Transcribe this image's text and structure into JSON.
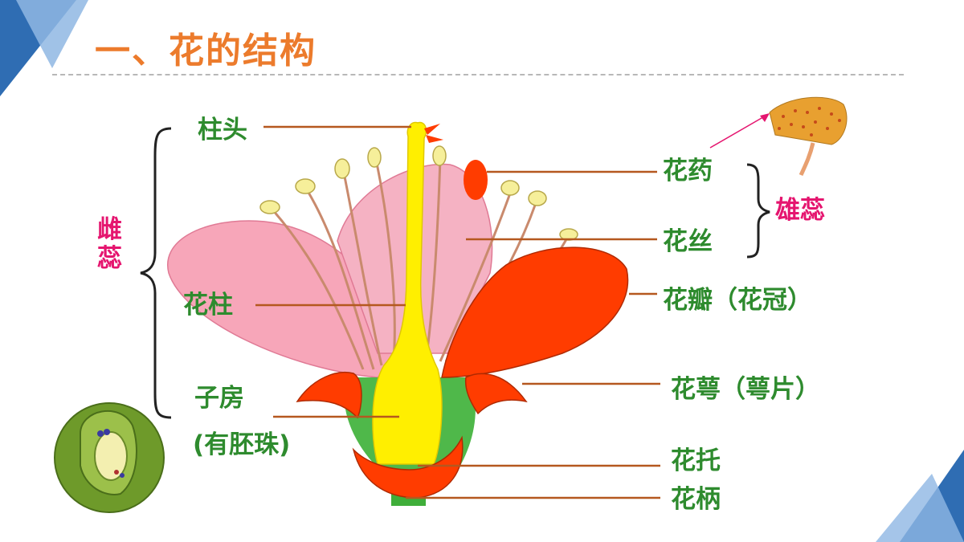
{
  "slide": {
    "title": "一、花的结构"
  },
  "labels": {
    "stigma": "柱头",
    "anther": "花药",
    "filament": "花丝",
    "stamen": "雄蕊",
    "pistil_line1": "雌",
    "pistil_line2": "蕊",
    "style": "花柱",
    "petal": "花瓣（花冠）",
    "ovary_line1": "子房",
    "ovary_line2": "(有胚珠)",
    "sepal": "花萼（萼片）",
    "receptacle": "花托",
    "pedicel": "花柄"
  },
  "colors": {
    "title": "#ec7b2c",
    "label_green": "#2e8b2e",
    "label_pink": "#e5156f",
    "pointer_line": "#b5581f",
    "pistil_yellow": "#ffef00",
    "petal_red": "#ff3c00",
    "petal_pink": "#f7a6b9",
    "corner_blue": "#4a86c5"
  },
  "icons": {
    "anther_detail": "anther-closeup-icon",
    "ovule_detail": "ovule-cross-section-icon"
  }
}
